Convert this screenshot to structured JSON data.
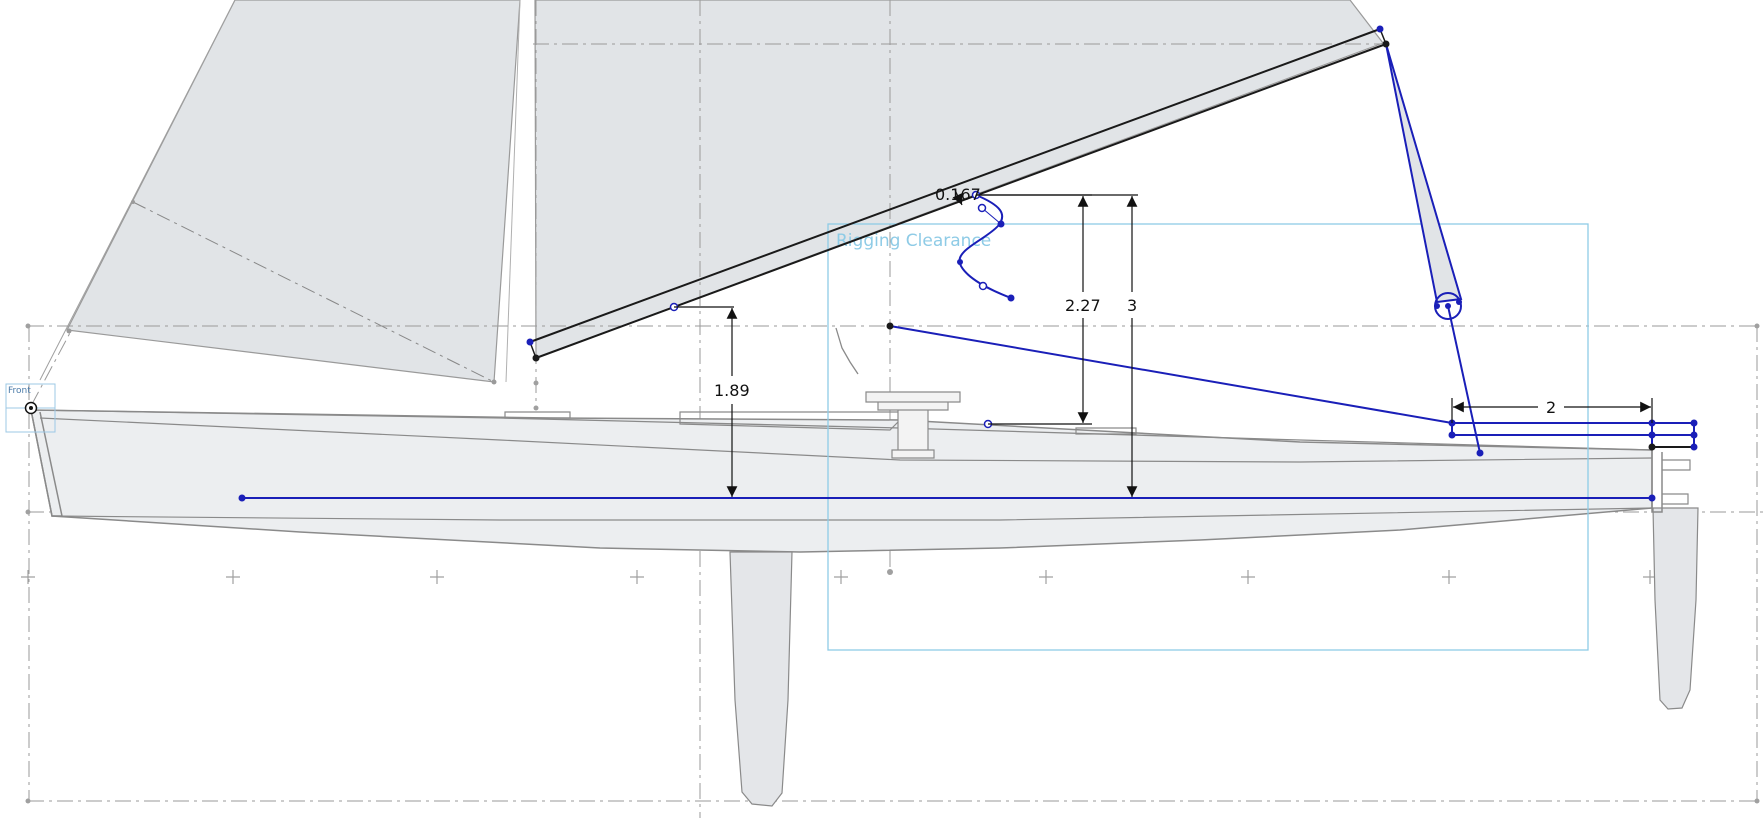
{
  "view": {
    "plane_label": "Front"
  },
  "region": {
    "label": "Rigging Clearance",
    "color": "#8ecbe6"
  },
  "dimensions": [
    {
      "id": "dim-0167",
      "value": "0.167"
    },
    {
      "id": "dim-189",
      "value": "1.89"
    },
    {
      "id": "dim-227",
      "value": "2.27"
    },
    {
      "id": "dim-3",
      "value": "3"
    },
    {
      "id": "dim-2",
      "value": "2"
    }
  ],
  "colors": {
    "sketch_blue": "#1a1fb8",
    "sketch_black": "#1a1a1a",
    "construction_gray": "#9a9a9a",
    "sail_fill": "#e1e4e7",
    "hull_fill": "#eceef0",
    "trace_gray": "#8a8a8a"
  }
}
